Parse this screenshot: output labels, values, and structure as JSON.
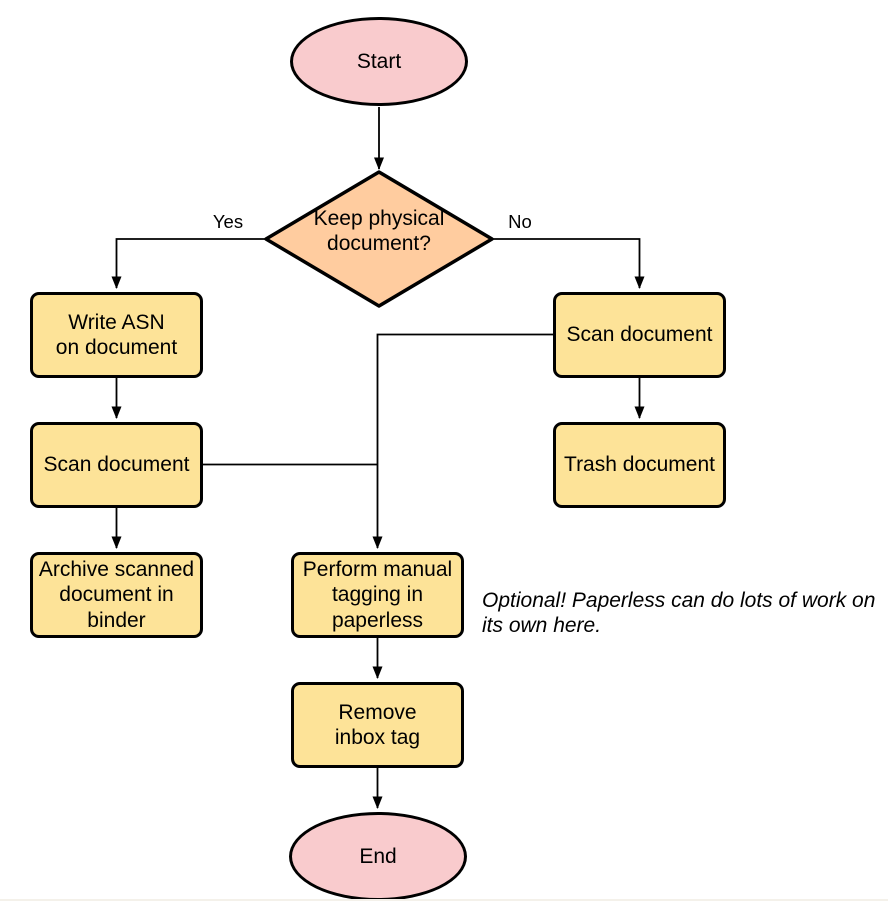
{
  "colors": {
    "terminal_fill": "#f9cbcd",
    "process_fill": "#fde398",
    "decision_fill": "#ffcc9f",
    "stroke": "#000000",
    "background": "#ffffff",
    "bottom_edge_line": "#f4f1ea"
  },
  "nodes": {
    "start": {
      "type": "terminal",
      "label": "Start"
    },
    "decision": {
      "type": "decision",
      "label": "Keep physical\ndocument?"
    },
    "write_asn": {
      "type": "process",
      "label": "Write ASN\non document"
    },
    "scan_left": {
      "type": "process",
      "label": "Scan document"
    },
    "archive": {
      "type": "process",
      "label": "Archive scanned\ndocument in\nbinder"
    },
    "scan_right": {
      "type": "process",
      "label": "Scan document"
    },
    "trash": {
      "type": "process",
      "label": "Trash document"
    },
    "tagging": {
      "type": "process",
      "label": "Perform manual\ntagging in\npaperless"
    },
    "remove_inbox": {
      "type": "process",
      "label": "Remove\ninbox tag"
    },
    "end": {
      "type": "terminal",
      "label": "End"
    }
  },
  "edge_labels": {
    "yes": "Yes",
    "no": "No"
  },
  "annotation": "Optional! Paperless can do lots of work on its own here.",
  "edges": [
    "start -> decision",
    "decision -> write_asn (Yes)",
    "decision -> scan_right (No)",
    "write_asn -> scan_left",
    "scan_left -> archive",
    "scan_right -> trash",
    "scan_right -> tagging",
    "scan_left -> tagging",
    "tagging -> remove_inbox",
    "remove_inbox -> end"
  ]
}
